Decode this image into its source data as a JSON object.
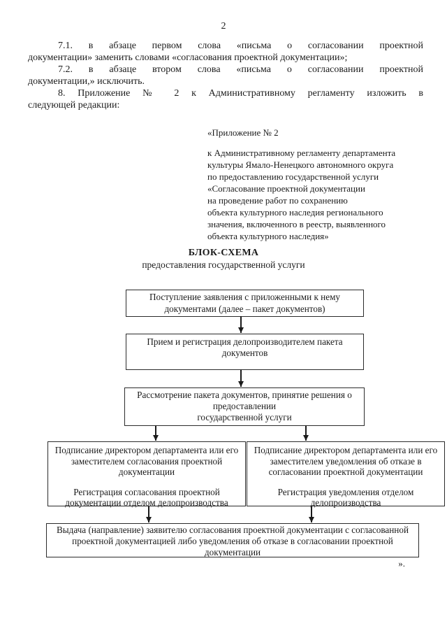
{
  "page": {
    "number": "2",
    "closing_mark": "»."
  },
  "paragraphs": [
    {
      "lines": [
        "7.1. в абзаце первом слова «письма о согласовании проектной",
        "документации» заменить словами «согласования проектной документации»;"
      ]
    },
    {
      "lines": [
        "7.2. в абзаце втором слова «письма о согласовании проектной",
        "документации,» исключить."
      ]
    },
    {
      "lines": [
        "8. Приложение № 2 к Административному регламенту изложить в",
        "следующей редакции:"
      ]
    }
  ],
  "annex": {
    "title": "«Приложение № 2",
    "lines": [
      "к Административному регламенту департамента",
      "культуры Ямало-Ненецкого автономного округа",
      "по предоставлению государственной услуги",
      "«Согласование проектной документации",
      "на проведение работ по сохранению",
      "объекта культурного наследия регионального",
      "значения, включенного в реестр, выявленного",
      "объекта культурного наследия»"
    ]
  },
  "schema": {
    "title": "БЛОК-СХЕМА",
    "subtitle": "предоставления государственной услуги"
  },
  "flowchart": {
    "box1": {
      "lines": [
        "Поступление заявления с приложенными к нему",
        "документами (далее – пакет документов)"
      ]
    },
    "box2": {
      "lines": [
        "Прием и регистрация делопроизводителем пакета",
        "документов"
      ]
    },
    "box3": {
      "lines": [
        "Рассмотрение пакета документов, принятие решения о",
        "предоставлении",
        "государственной услуги"
      ]
    },
    "box4": {
      "top_lines": [
        "Подписание директором департамента или его",
        "заместителем согласования проектной",
        "документации"
      ],
      "bottom_lines": [
        "Регистрация согласования проектной",
        "документации отделом делопроизводства"
      ]
    },
    "box5": {
      "top_lines": [
        "Подписание директором департамента или его",
        "заместителем уведомления об отказе в",
        "согласовании проектной документации"
      ],
      "bottom_lines": [
        "Регистрация уведомления отделом",
        "делопроизводства"
      ]
    },
    "box6": {
      "lines": [
        "Выдача (направление) заявителю согласования проектной документации с  согласованной",
        "проектной документацией либо уведомления об отказе в согласовании проектной",
        "документации"
      ]
    }
  }
}
